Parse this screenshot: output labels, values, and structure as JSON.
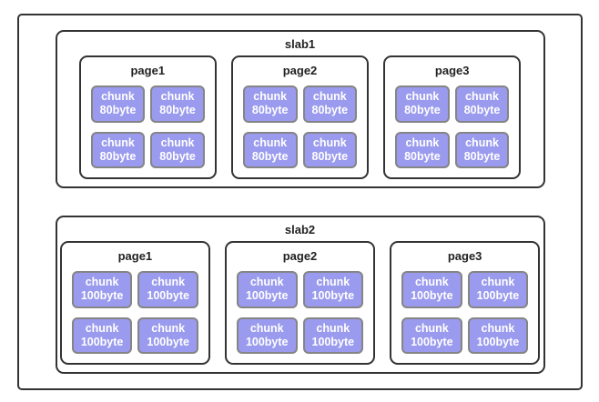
{
  "colors": {
    "box_border": "#333333",
    "chunk_fill": "#9a9aee",
    "chunk_border": "#858585",
    "chunk_text": "#ffffff",
    "label_text": "#222222",
    "background": "#ffffff"
  },
  "diagram": {
    "slabs": [
      {
        "label": "slab1",
        "pages": [
          {
            "label": "page1",
            "chunks": [
              "chunk\n80byte",
              "chunk\n80byte",
              "chunk\n80byte",
              "chunk\n80byte"
            ]
          },
          {
            "label": "page2",
            "chunks": [
              "chunk\n80byte",
              "chunk\n80byte",
              "chunk\n80byte",
              "chunk\n80byte"
            ]
          },
          {
            "label": "page3",
            "chunks": [
              "chunk\n80byte",
              "chunk\n80byte",
              "chunk\n80byte",
              "chunk\n80byte"
            ]
          }
        ]
      },
      {
        "label": "slab2",
        "pages": [
          {
            "label": "page1",
            "chunks": [
              "chunk\n100byte",
              "chunk\n100byte",
              "chunk\n100byte",
              "chunk\n100byte"
            ]
          },
          {
            "label": "page2",
            "chunks": [
              "chunk\n100byte",
              "chunk\n100byte",
              "chunk\n100byte",
              "chunk\n100byte"
            ]
          },
          {
            "label": "page3",
            "chunks": [
              "chunk\n100byte",
              "chunk\n100byte",
              "chunk\n100byte",
              "chunk\n100byte"
            ]
          }
        ]
      }
    ]
  }
}
